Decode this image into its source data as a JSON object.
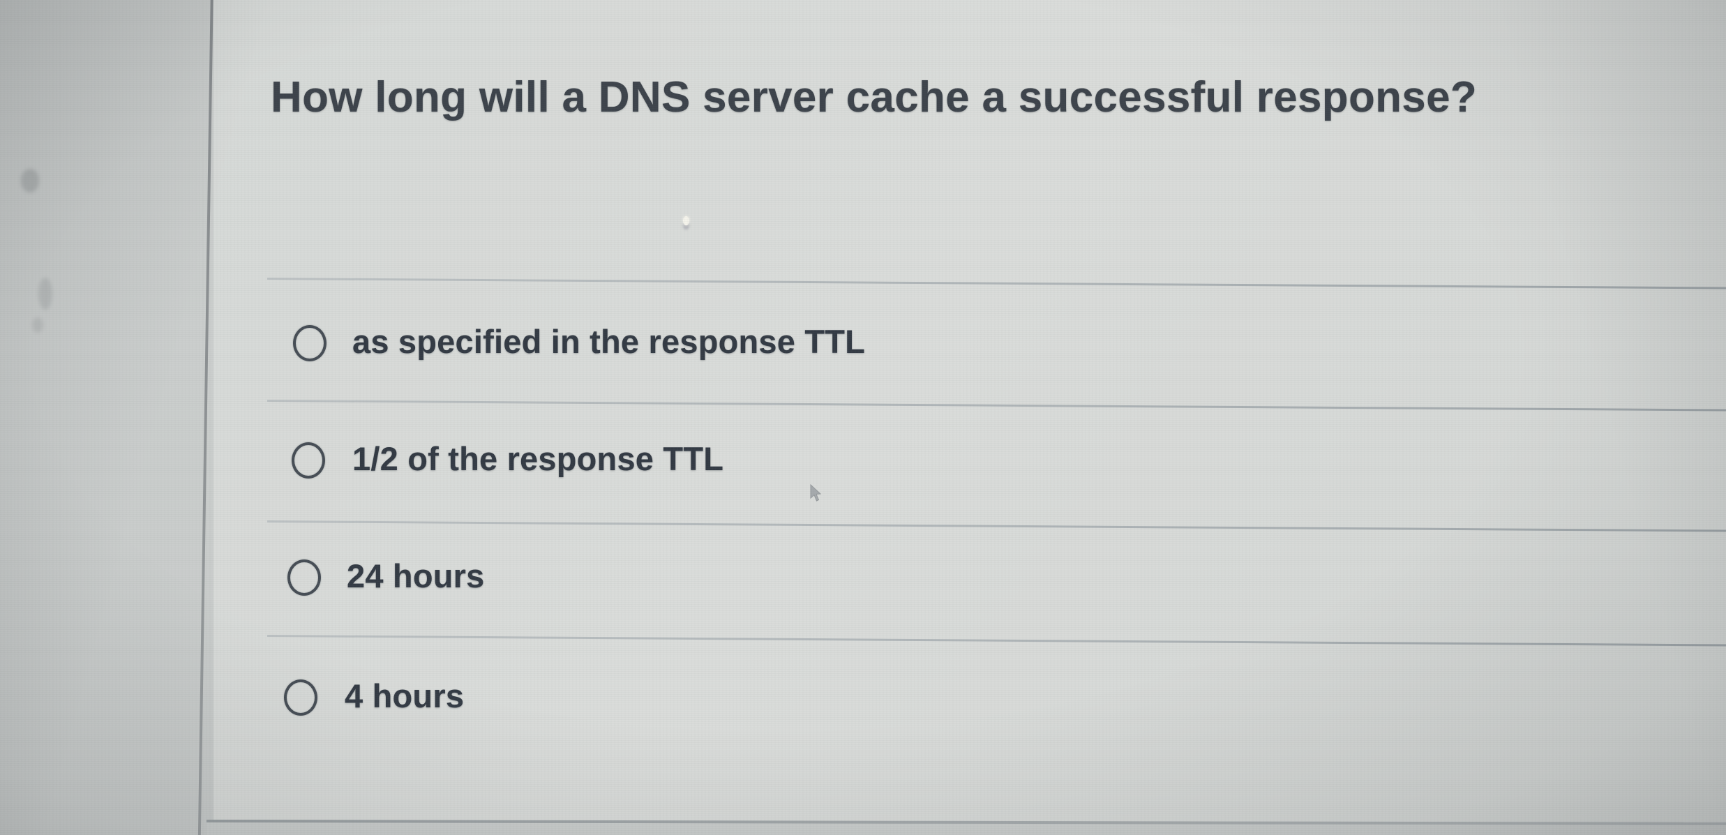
{
  "question": {
    "title": "How long will a DNS server cache a successful response?"
  },
  "options": [
    {
      "label": "as specified in the response TTL",
      "selected": false
    },
    {
      "label": "1/2 of the response TTL",
      "selected": false
    },
    {
      "label": "24 hours",
      "selected": false
    },
    {
      "label": "4 hours",
      "selected": false
    }
  ],
  "icons": {
    "radio_unselected": "radio-circle-empty",
    "mouse_cursor": "arrow-pointer"
  },
  "colors": {
    "page_background": "#d6d9d7",
    "outer_background": "#cbcecd",
    "title_text": "#3d434b",
    "option_text": "#333a44",
    "radio_stroke": "#464d55",
    "divider": "#aeb4b7",
    "page_edge_line": "#8f9395",
    "bottom_border": "#9aa0a3"
  }
}
